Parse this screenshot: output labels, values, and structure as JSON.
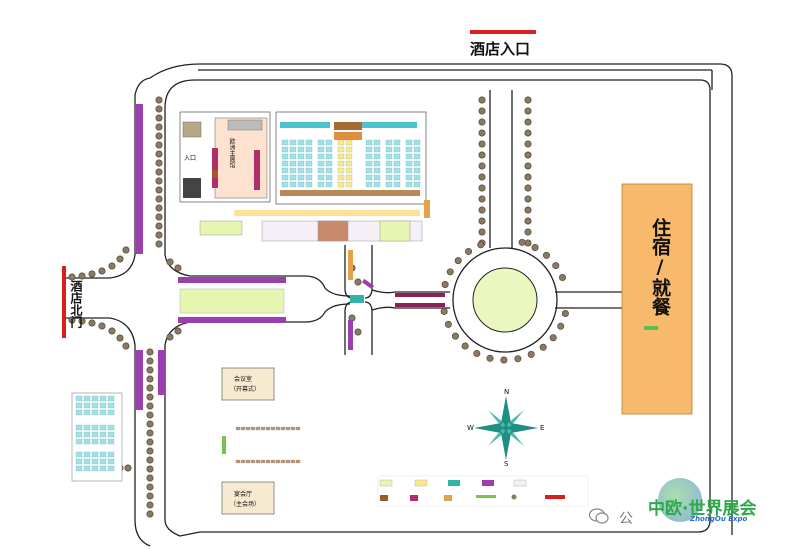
{
  "labels": {
    "hotel_entrance": "酒店入口",
    "hotel_north_gate": "酒店北门",
    "lodging_dining": "住宿/就餐",
    "hall_1": "会议室",
    "hall_2": "宴会厅",
    "hall_1_sub": "（开幕式）",
    "hall_2_sub": "（主会场）",
    "main_hall": "欧洲主展馆",
    "entrance_small": "入口",
    "compass_n": "N",
    "compass_s": "S",
    "compass_e": "E",
    "compass_w": "W"
  },
  "colors": {
    "road": "#222222",
    "tree_fill": "#8a7a63",
    "tree_stroke": "#4a3f30",
    "purple_booth": "#9b3fb0",
    "light_green": "#e6f5b0",
    "lodging": "#f7b96b",
    "red_gate": "#d81e1e",
    "booth_blue": "#9fe3ea",
    "booth_yellow": "#fde98a",
    "compass": "#1f8f86",
    "brand_green": "#2fa84a",
    "brand_blue": "#2b6fc4"
  },
  "watermark": {
    "wechat_icon": "wechat-icon",
    "separator": "公",
    "brand_name": "中欧·世界展会",
    "brand_sub": "ZhongOu Expo"
  }
}
